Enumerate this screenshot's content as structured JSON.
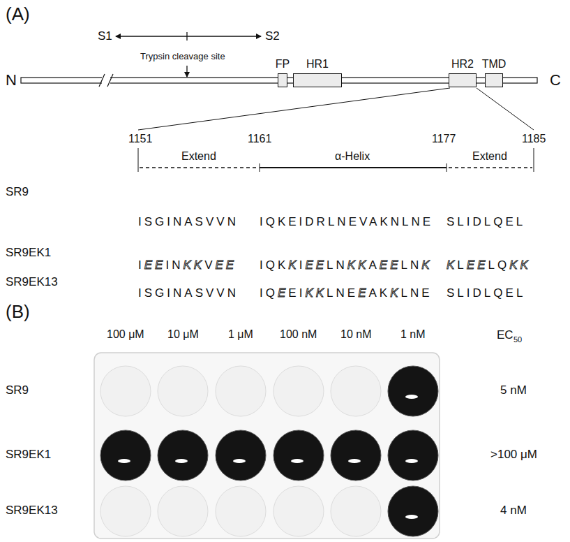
{
  "diagram": {
    "nodes": [
      {
        "text": [
          "FP"
        ]
      },
      {
        "text": [
          "HR1"
        ]
      },
      {
        "text": [
          "HR2"
        ]
      },
      {
        "text": [
          "TMD"
        ]
      }
    ],
    "labels": [
      "(A)",
      "S1",
      "S2",
      "N",
      "C",
      "Trypsin cleavage site",
      "1151",
      "1161",
      "1177",
      "1185",
      "Extend",
      "α-Helix",
      "Extend",
      "SR9",
      "ISGINASVVN",
      "IQKEIDRLNEVAKNLNE",
      "SLIDLQEL",
      "SR9EK1",
      "IEEINKKVEE",
      "IQKKIEELNKKAEELNK",
      "KLEELQKK",
      "SR9EK13",
      "ISGINASVVN",
      "IQEEIKKLNEEAKKLNE",
      "SLIDLQEL",
      "(B)",
      "100 μM",
      "10 μM",
      "1 μM",
      "100 nM",
      "10 nM",
      "1 nM",
      "EC",
      "50",
      "SR9",
      "5 nM",
      "SR9EK1",
      ">100 μM",
      "SR9EK13",
      "4 nM"
    ]
  }
}
